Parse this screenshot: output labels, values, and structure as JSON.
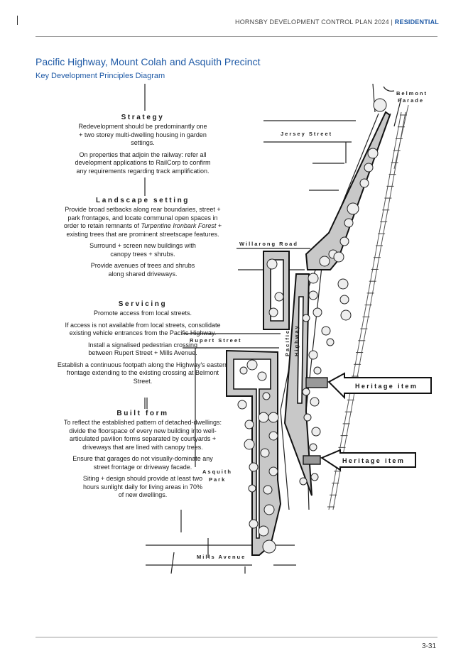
{
  "header": {
    "doc_title": "HORNSBY DEVELOPMENT CONTROL PLAN 2024",
    "separator": " | ",
    "section": "RESIDENTIAL"
  },
  "page": {
    "title": "Pacific Highway, Mount Colah and Asquith Precinct",
    "subtitle": "Key Development Principles Diagram",
    "page_number": "3-31"
  },
  "strategy": {
    "heading": "Strategy",
    "p1": "Redevelopment should be predominantly one + two storey multi-dwelling housing in garden settings.",
    "p2": "On properties that adjoin the railway: refer all development applications to RailCorp to confirm any requirements regarding track amplification."
  },
  "landscape": {
    "heading": "Landscape setting",
    "p1_a": "Provide broad setbacks along rear boundaries, street + park frontages, and locate communal open spaces in order to retain remnants of ",
    "p1_em": "Turpentine Ironbark Forest",
    "p1_b": " + existing trees that are prominent streetscape features.",
    "p2": "Surround + screen new buildings with canopy trees + shrubs.",
    "p3": "Provide avenues of trees and shrubs along shared driveways."
  },
  "servicing": {
    "heading": "Servicing",
    "p1": "Promote access from local streets.",
    "p2": "If access is not available from local streets, consolidate existing vehicle entrances from the Pacific Highway.",
    "p3": "Install a signalised pedestrian crossing between Rupert Street + Mills Avenue.",
    "p4": "Establish a continuous footpath along the Highway's eastern frontage extending to the existing crossing at Belmont Street."
  },
  "built_form": {
    "heading": "Built form",
    "p1": "To reflect the established pattern of detached-dwellings:  divide the floorspace of every new building into well-articulated pavilion forms separated by courtyards + driveways that are lined with canopy trees.",
    "p2": "Ensure that garages do not visually-dominate any street frontage or driveway facade.",
    "p3": "Siting + design should provide at least two hours sunlight daily for living areas in 70% of new dwellings."
  },
  "map": {
    "belmont_1": "Belmont",
    "belmont_2": "Parade",
    "jersey": "Jersey Street",
    "willarong": "Willarong Road",
    "rupert": "Rupert Street",
    "pacific": "Pacific",
    "highway": "Highway",
    "asquith_1": "Asquith",
    "asquith_2": "Park",
    "mills": "Mills Avenue",
    "heritage_1": "Heritage item",
    "heritage_2": "Heritage item",
    "site_fill": "#c8c8c8",
    "line_color": "#222222"
  }
}
